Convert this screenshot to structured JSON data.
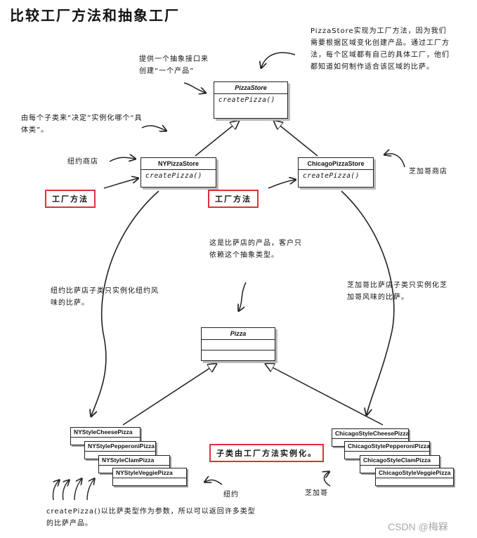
{
  "title": "比较工厂方法和抽象工厂",
  "notes": {
    "top_left": "提供一个抽象接口来创建“一个产品”",
    "top_right": "PizzaStore实现为工厂方法，因为我们需要根据区域变化创建产品。通过工厂方法，每个区域都有自己的具体工厂，他们都知道如何制作适合该区域的比萨。",
    "left_decide": "由每个子类来“决定”实例化哪个“具体类”。",
    "ny_store": "纽约商店",
    "chicago_store": "芝加哥商店",
    "middle_product": "这是比萨店的产品，客户只依赖这个抽象类型。",
    "ny_instantiate": "纽约比萨店子类只实例化纽约风味的比萨。",
    "chicago_instantiate": "芝加哥比萨店子类只实例化芝加哥风味的比萨。",
    "ny_label": "纽约",
    "chicago_label": "芝加哥",
    "bottom": "createPizza()以比萨类型作为参数，所以可以返回许多类型的比萨产品。"
  },
  "classes": {
    "pizza_store": {
      "name": "PizzaStore",
      "method": "createPizza()"
    },
    "ny_store": {
      "name": "NYPizzaStore",
      "method": "createPizza()"
    },
    "chicago_store": {
      "name": "ChicagoPizzaStore",
      "method": "createPizza()"
    },
    "pizza": {
      "name": "Pizza"
    }
  },
  "ny_pizzas": [
    "NYStyleCheesePizza",
    "NYStylePepperoniPizza",
    "NYStyleClamPizza",
    "NYStyleVeggiePizza"
  ],
  "chicago_pizzas": [
    "ChicagoStyleCheesePizza",
    "ChicagoStylePepperoniPizza",
    "ChicagoStyleClamPizza",
    "ChicagoStyleVeggiePizza"
  ],
  "red_labels": {
    "left": "工厂方法",
    "center": "工厂方法",
    "bottom": "子类由工厂方法实例化。"
  },
  "watermark": "CSDN @梅槑",
  "colors": {
    "red_box": "#e0303a",
    "line": "#222222"
  }
}
